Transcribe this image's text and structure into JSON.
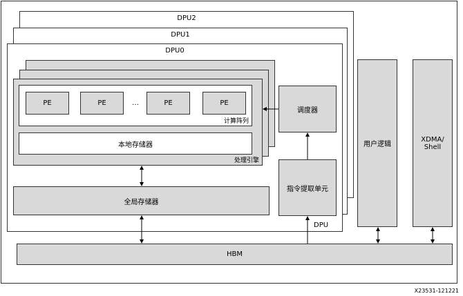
{
  "dpu_stack": [
    "DPU2",
    "DPU1",
    "DPU0"
  ],
  "pe_blocks": [
    "PE",
    "PE",
    "PE",
    "PE"
  ],
  "ellipsis": "…",
  "compute_array": "计算阵列",
  "local_memory": "本地存储器",
  "processing_engine": "处理引擎",
  "scheduler": "调度器",
  "instruction_fetch": "指令提取单元",
  "global_memory": "全局存储器",
  "dpu_label": "DPU",
  "user_logic": "用户逻辑",
  "xdma_shell": "XDMA/\nShell",
  "hbm": "HBM",
  "figure_id": "X23531-121221"
}
